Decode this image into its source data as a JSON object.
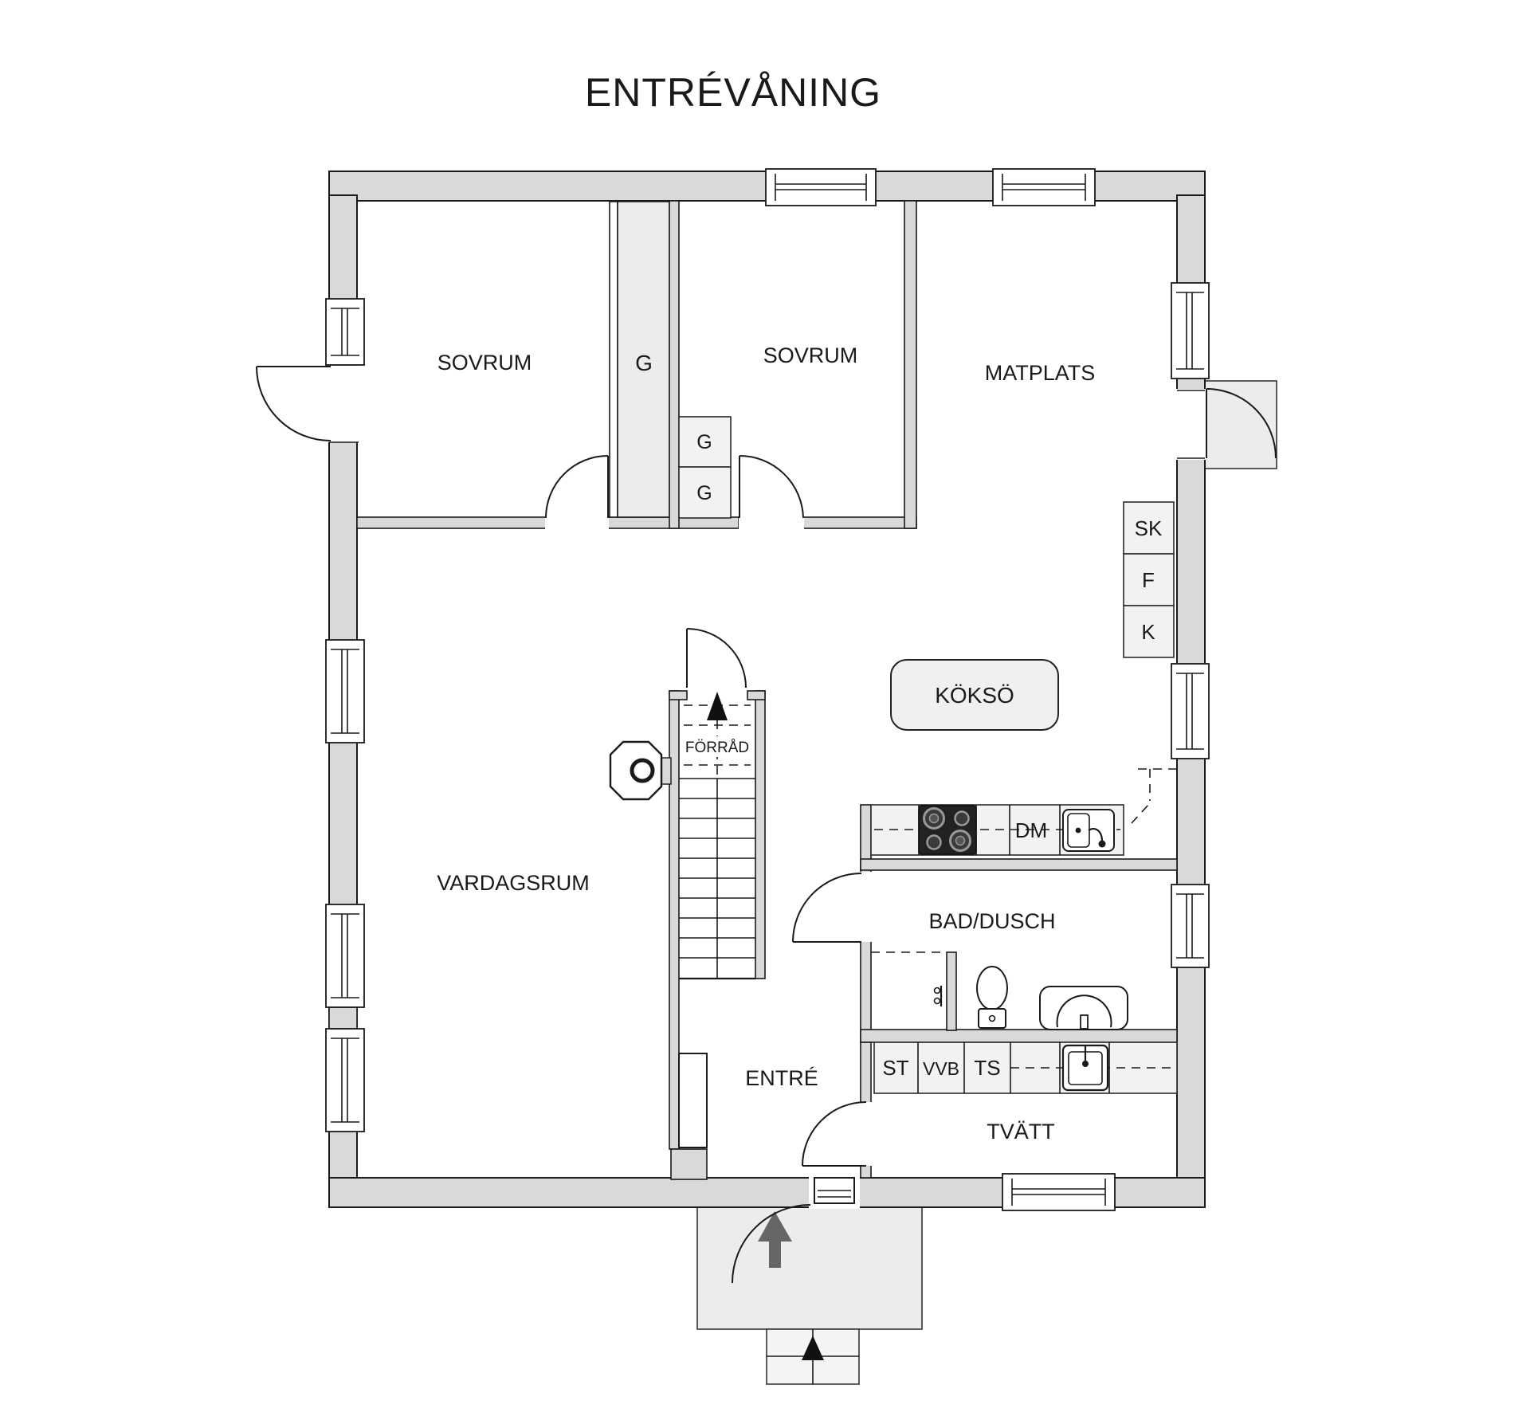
{
  "title": "ENTRÉVÅNING",
  "rooms": {
    "sovrum1": "SOVRUM",
    "sovrum2": "SOVRUM",
    "matplats": "MATPLATS",
    "vardagsrum": "VARDAGSRUM",
    "kokso": "KÖKSÖ",
    "bad_dusch": "BAD/DUSCH",
    "entre": "ENTRÉ",
    "tvatt": "TVÄTT",
    "forrad": "FÖRRÅD"
  },
  "storage": {
    "g_column": "G",
    "g_box_1": "G",
    "g_box_2": "G",
    "sk": "SK",
    "f": "F",
    "k": "K"
  },
  "appliances": {
    "dm": "DM",
    "st": "ST",
    "vvb": "VVB",
    "ts": "TS"
  },
  "colors": {
    "wall_fill": "#d9d9d9",
    "outline": "#1a1a1a",
    "fixture_fill": "#f2f2f2",
    "outdoor_fill": "#ececec",
    "island_fill": "#f0f0f0"
  }
}
